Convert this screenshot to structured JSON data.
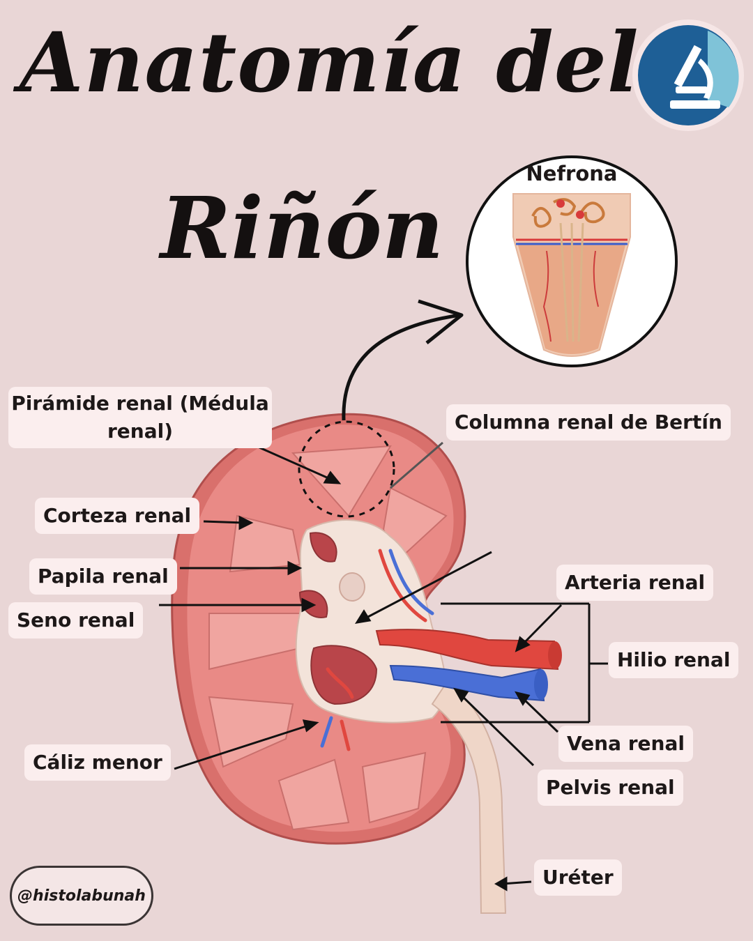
{
  "title": {
    "line1": "Anatomía del",
    "line2": "Riñón"
  },
  "inset": {
    "title": "Nefrona"
  },
  "labels": {
    "piramide": "Pirámide renal (Médula renal)",
    "columna": "Columna renal de Bertín",
    "corteza": "Corteza renal",
    "papila": "Papila renal",
    "seno": "Seno renal",
    "arteria": "Arteria renal",
    "hilio": "Hilio renal",
    "vena": "Vena renal",
    "pelvis": "Pelvis renal",
    "caliz": "Cáliz menor",
    "ureter": "Uréter"
  },
  "handle": "@histolabunah",
  "colors": {
    "background": "#e9d6d6",
    "label_bg": "#fbeeee",
    "cortex": "#e98a86",
    "medulla": "#f0a5a0",
    "artery": "#e0473f",
    "vein": "#4a6fd6",
    "sinus": "#f3e3da",
    "logo_blue": "#1e5f96",
    "logo_light": "#7fc3d8"
  }
}
